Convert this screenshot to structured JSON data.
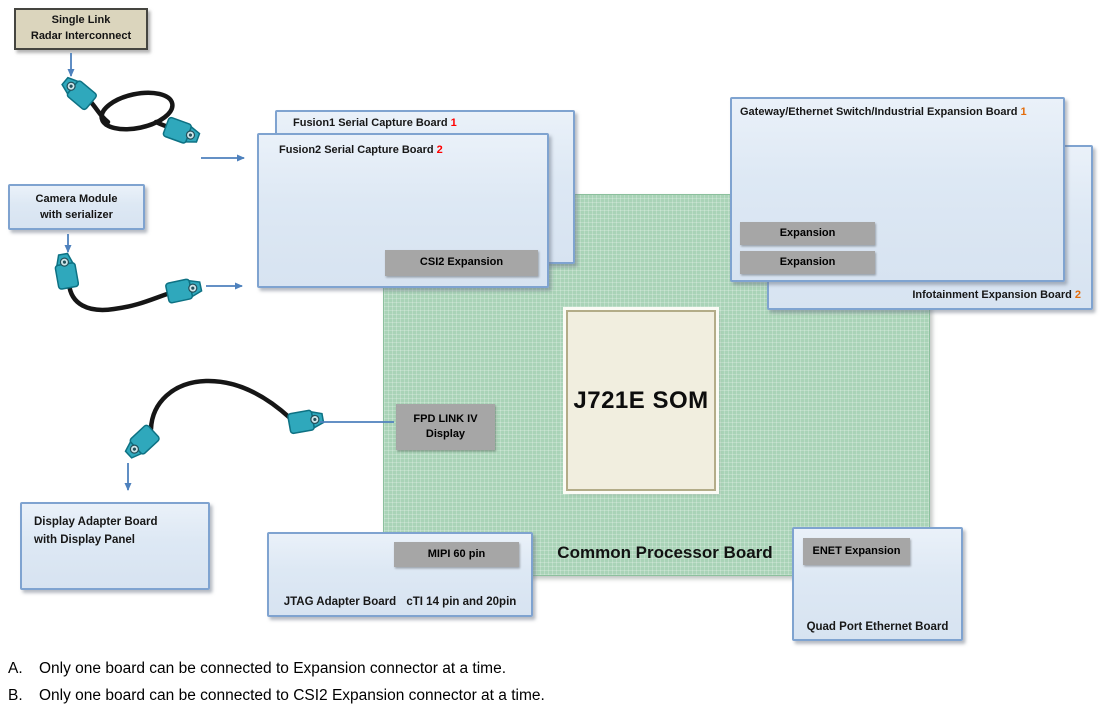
{
  "diagram": {
    "radar_box": {
      "line1": "Single Link",
      "line2": "Radar Interconnect"
    },
    "camera_box": {
      "line1": "Camera Module",
      "line2": "with serializer"
    },
    "fusion1": {
      "label": "Fusion1 Serial Capture Board",
      "number": "1"
    },
    "fusion2": {
      "label": "Fusion2 Serial Capture Board",
      "number": "2"
    },
    "csi2_label": "CSI2 Expansion",
    "gateway": {
      "label": "Gateway/Ethernet Switch/Industrial Expansion Board",
      "number": "1"
    },
    "infotainment": {
      "label": "Infotainment Expansion Board",
      "number": "2"
    },
    "expansion_labels": [
      "Expansion",
      "Expansion"
    ],
    "som_label": "J721E SOM",
    "processor_board_label": "Common Processor Board",
    "fpd": {
      "line1": "FPD LINK IV",
      "line2": "Display"
    },
    "display_adapter": {
      "line1": "Display Adapter Board",
      "line2": "with Display Panel"
    },
    "jtag": {
      "board_label": "JTAG Adapter Board",
      "connector_label": "cTI 14 pin and 20pin"
    },
    "mipi_label": "MIPI 60 pin",
    "enet_label": "ENET Expansion",
    "quad_port_label": "Quad Port Ethernet Board",
    "notes": [
      {
        "letter": "A.",
        "text": "Only one board can be connected to Expansion connector at a time."
      },
      {
        "letter": "B.",
        "text": "Only one board can be connected to CSI2 Expansion connector at a time."
      }
    ],
    "colors": {
      "arrow_blue": "#4e81bd",
      "board_blue_fill": "#dde8f4",
      "board_blue_border": "#7fa3d0",
      "board_green": "#a9d3b7",
      "beige_fill": "#dbd5bd",
      "gray_label": "#a6a6a6",
      "som_fill": "#f1eedf",
      "fakra_teal": "#2fa8bc",
      "number_red": "#ff0000",
      "number_orange": "#e36c0a"
    }
  }
}
